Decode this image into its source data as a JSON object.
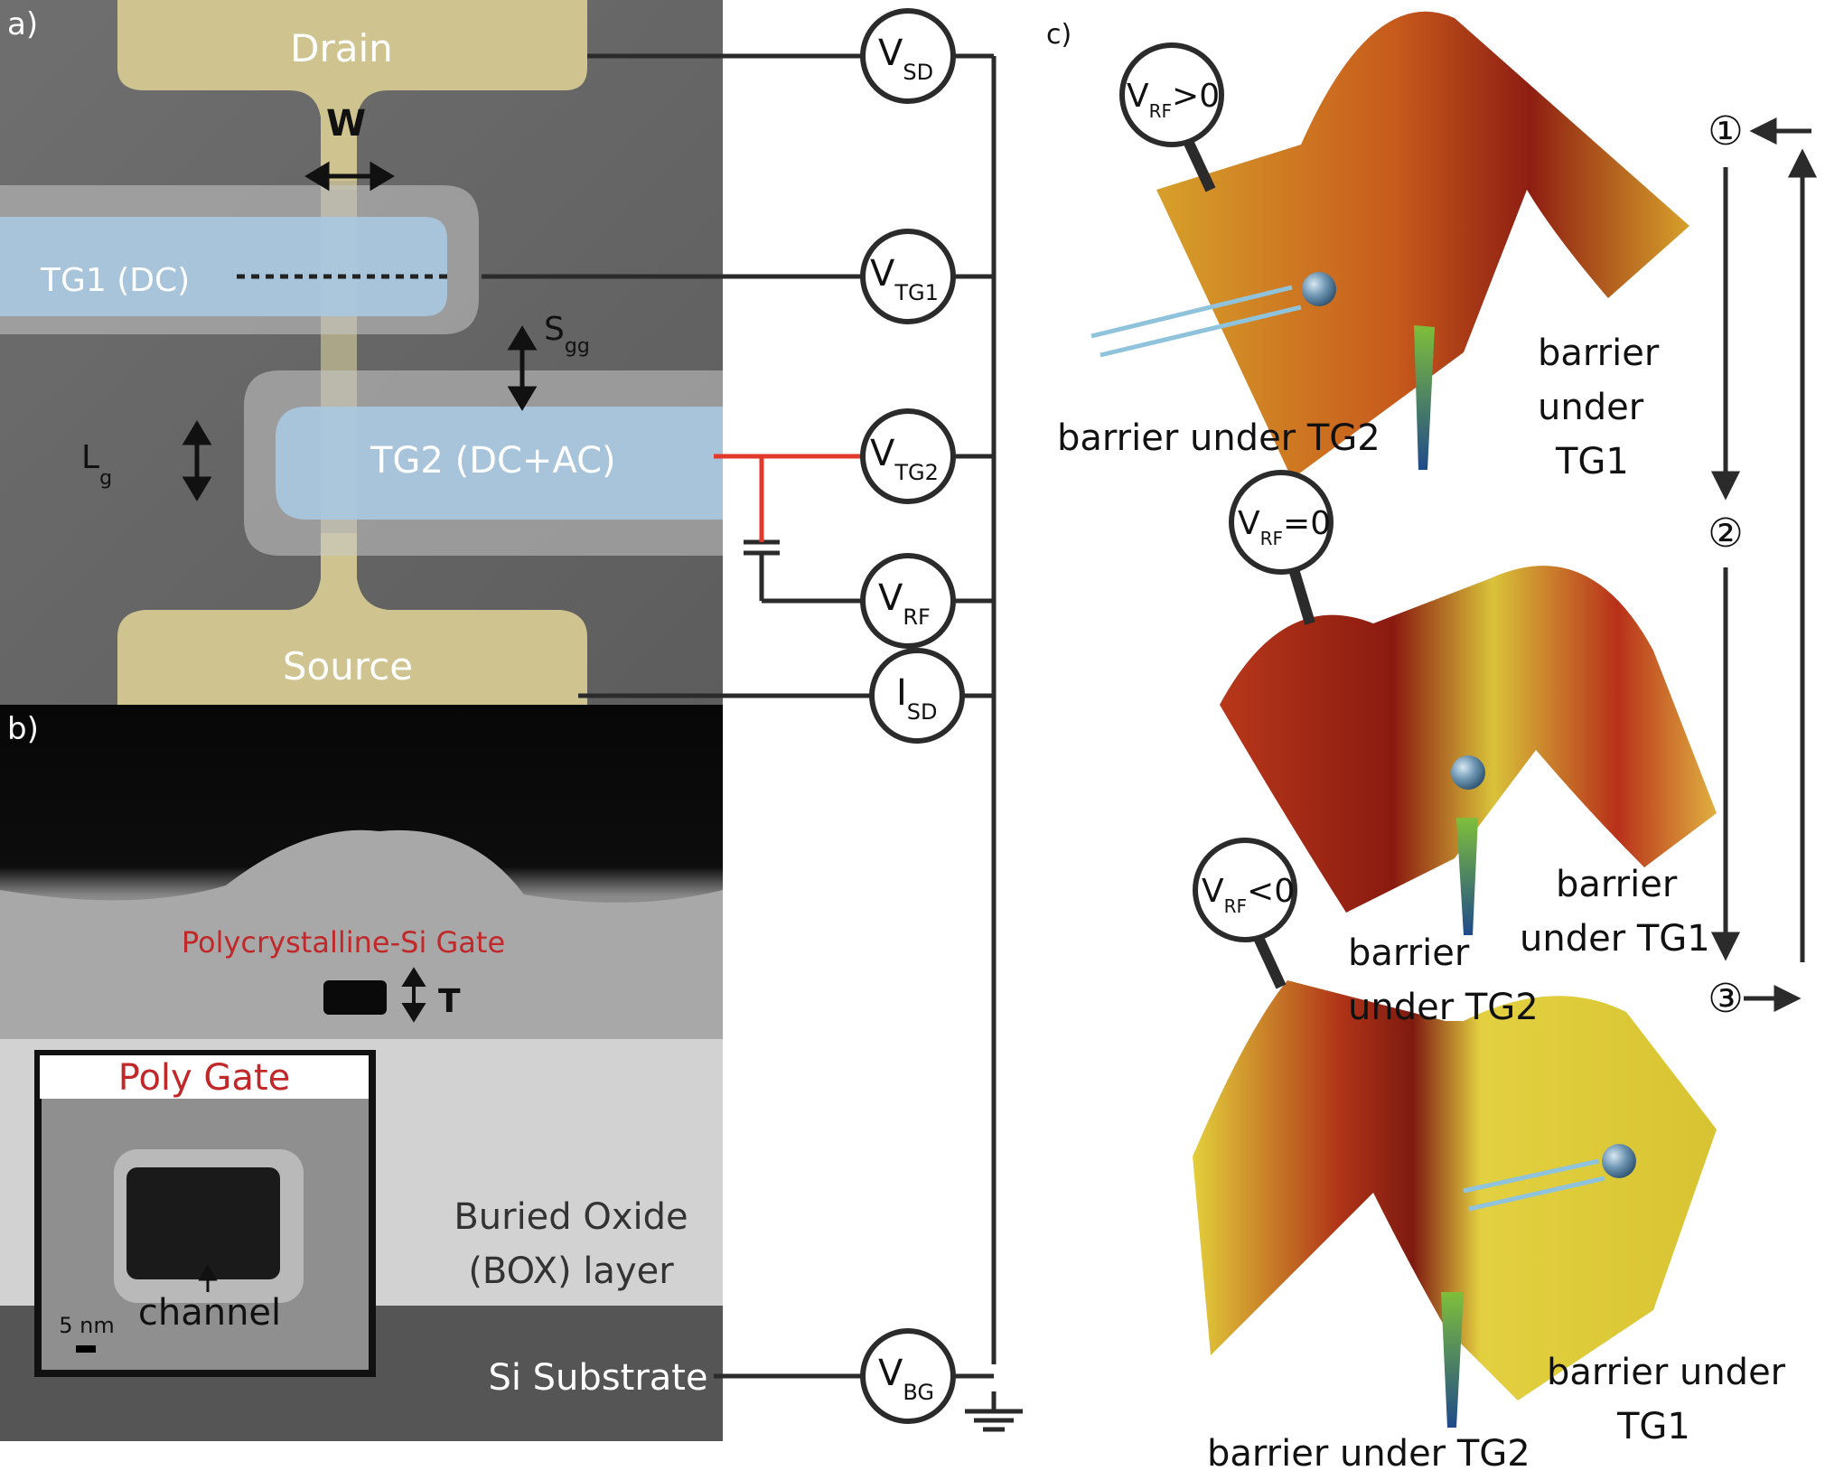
{
  "panels": {
    "a": "a)",
    "b": "b)",
    "c": "c)"
  },
  "panel_a": {
    "drain": "Drain",
    "source": "Source",
    "w": "W",
    "tg1": "TG1 (DC)",
    "tg2": "TG2 (DC+AC)",
    "s_main": "S",
    "s_sub": "gg",
    "l_main": "L",
    "l_sub": "g"
  },
  "circuit": {
    "sd": {
      "main": "V",
      "sub": "SD"
    },
    "tg1": {
      "main": "V",
      "sub": "TG1"
    },
    "tg2": {
      "main": "V",
      "sub": "TG2"
    },
    "rf": {
      "main": "V",
      "sub": "RF"
    },
    "isd": {
      "main": "I",
      "sub": "SD"
    },
    "bg": {
      "main": "V",
      "sub": "BG"
    }
  },
  "panel_b": {
    "poly_si_gate": "Polycrystalline-Si Gate",
    "t": "T",
    "poly_gate": "Poly Gate",
    "channel": "channel",
    "scale": "5 nm",
    "box_line1": "Buried  Oxide",
    "box_line2": "(BOX) layer",
    "substrate": "Si Substrate"
  },
  "panel_c": {
    "top": {
      "v_main": "V",
      "v_sub": "RF",
      "v_rel": ">0",
      "tg2": "barrier under  TG2",
      "tg1_l1": "barrier",
      "tg1_l2": "under",
      "tg1_l3": "TG1"
    },
    "mid": {
      "v_main": "V",
      "v_sub": "RF",
      "v_rel": "=0",
      "tg2_l1": "barrier",
      "tg2_l2": "under TG2",
      "tg1_l1": "barrier",
      "tg1_l2": "under TG1"
    },
    "bot": {
      "v_main": "V",
      "v_sub": "RF",
      "v_rel": "<0",
      "tg2": "barrier under  TG2",
      "tg1_l1": "barrier under",
      "tg1_l2": "TG1"
    },
    "steps": [
      "①",
      "②",
      "③"
    ]
  },
  "colors": {
    "drain_source": "#cfc48f",
    "gate_blue": "#a8c8e0",
    "ac_line": "#e23a2a",
    "red_text": "#c0282a",
    "circuit": "#2b2b2b"
  }
}
